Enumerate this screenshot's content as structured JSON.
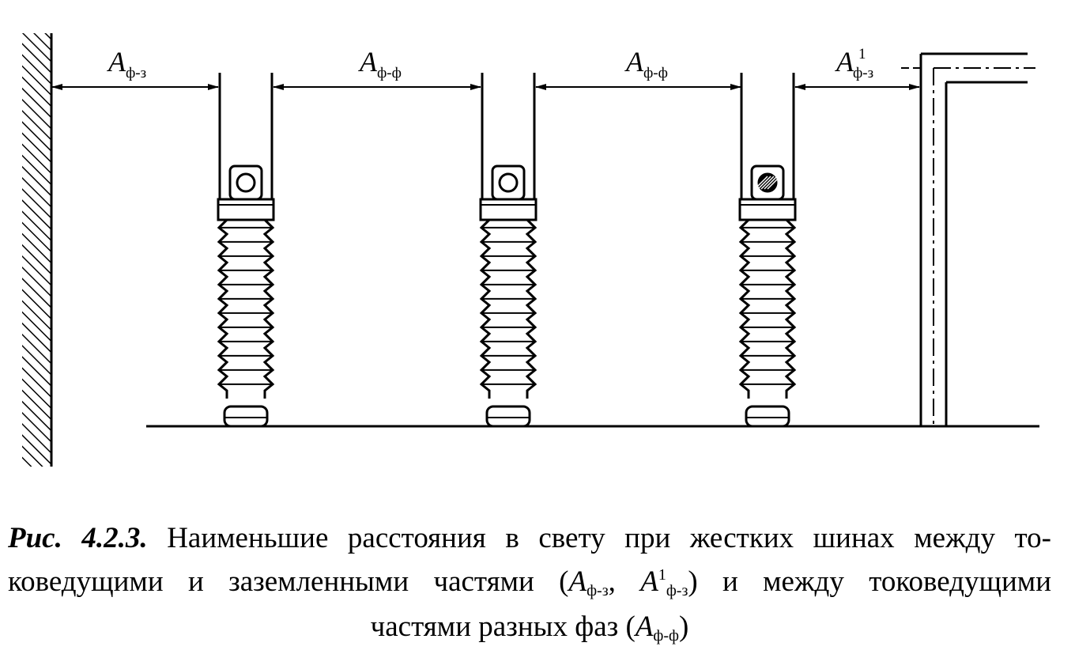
{
  "labels": {
    "d1": {
      "main": "A",
      "sub": "ф-з",
      "sup": ""
    },
    "d2": {
      "main": "A",
      "sub": "ф-ф",
      "sup": ""
    },
    "d3": {
      "main": "A",
      "sub": "ф-ф",
      "sup": ""
    },
    "d4": {
      "main": "A",
      "sub": "ф-з",
      "sup": "1"
    }
  },
  "caption": {
    "fig_num": "Рис. 4.2.3.",
    "line1": "Наименьшие расстояния в свету при жестких шинах между то-",
    "line2_a": "коведущими и заземленными частями (",
    "line2_A1": "A",
    "line2_sub1": "ф-з",
    "line2_comma": ", ",
    "line2_A2": "A",
    "line2_sup2": "1",
    "line2_sub2": "ф-з",
    "line2_b": ") и между токоведущими",
    "line3_a": "частями разных фаз (",
    "line3_A": "A",
    "line3_sub": "ф-ф",
    "line3_b": ")"
  }
}
